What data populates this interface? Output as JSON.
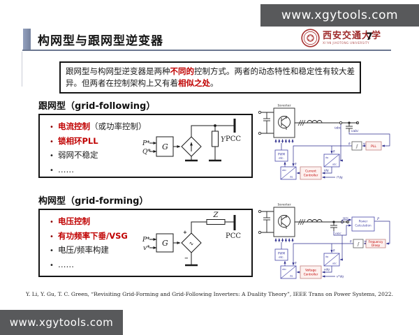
{
  "watermark": {
    "text": "www.xgytools.com"
  },
  "header": {
    "title": "构网型与跟网型逆变器",
    "page_number": "7",
    "logo": {
      "name_cn": "西安交通大学",
      "name_en": "XI'AN JIAOTONG UNIVERSITY"
    }
  },
  "intro": {
    "part1": "跟网型与构网型逆变器是两种",
    "highlight1": "不同的",
    "part2": "控制方式。两者的动态特性和稳定性有较大差异。但两者在控制架构上又有着",
    "highlight2": "相似之处",
    "part3": "。"
  },
  "grid_following": {
    "heading": "跟网型（grid-following）",
    "bullets": [
      {
        "em": "电流控制",
        "rest": "（或功率控制）"
      },
      {
        "em": "锁相环PLL",
        "rest": ""
      },
      {
        "em": "",
        "rest": "弱网不稳定"
      },
      {
        "em": "",
        "rest": "……"
      }
    ],
    "circuit": {
      "input1": "P*",
      "input2": "Q*",
      "gain": "G",
      "admittance": "Y",
      "pcc": "PCC"
    },
    "diagram": {
      "inverter": "Inverter",
      "pwm_line1": "PWM",
      "pwm_line2": "etc.",
      "controller_line1": "Current",
      "controller_line2": "Controller",
      "pll": "PLL",
      "integrator": "∫",
      "theta": "θ",
      "omega": "ω",
      "i_abc": "iabc",
      "v_abc": "vabc",
      "i_dq": "idq",
      "i_dq_ref": "i*dq",
      "frame_abc": "abc",
      "frame_dq": "dq"
    }
  },
  "grid_forming": {
    "heading": "构网型（grid-forming）",
    "bullets": [
      {
        "em": "电压控制",
        "rest": ""
      },
      {
        "em": "有功频率下垂/VSG",
        "rest": ""
      },
      {
        "em": "",
        "rest": "电压/频率构建"
      },
      {
        "em": "",
        "rest": "……"
      }
    ],
    "circuit": {
      "input1": "P*",
      "input2": "v*",
      "gain": "G",
      "impedance": "Z",
      "pcc": "PCC",
      "plus": "+",
      "minus": "−",
      "source": "∿"
    },
    "diagram": {
      "inverter": "Inverter",
      "pwm_line1": "PWM",
      "pwm_line2": "etc.",
      "controller_line1": "Voltage",
      "controller_line2": "Controller",
      "power_line1": "Power",
      "power_line2": "Calculation",
      "droop_line1": "Frequency",
      "droop_line2": "Droop",
      "integrator": "∫",
      "theta": "θ",
      "omega": "ω",
      "i_abc": "iabc",
      "v_abc": "vabc",
      "v_dq": "vdq",
      "v_dq_ref": "v*dq",
      "p_out": "P",
      "frame_abc": "abc",
      "frame_dq": "dq"
    }
  },
  "citation": "Y. Li, Y. Gu, T. C. Green, “Revisiting Grid-Forming and Grid-Following Inverters: A Duality Theory”, IEEE Trans on Power Systems, 2022.",
  "colors": {
    "accent_red": "#C00000",
    "watermark_bg": "#58595b",
    "diagram_blue": "#2b2b8c",
    "diagram_box_red": "#c05050",
    "title_bar": "#8090ae"
  }
}
